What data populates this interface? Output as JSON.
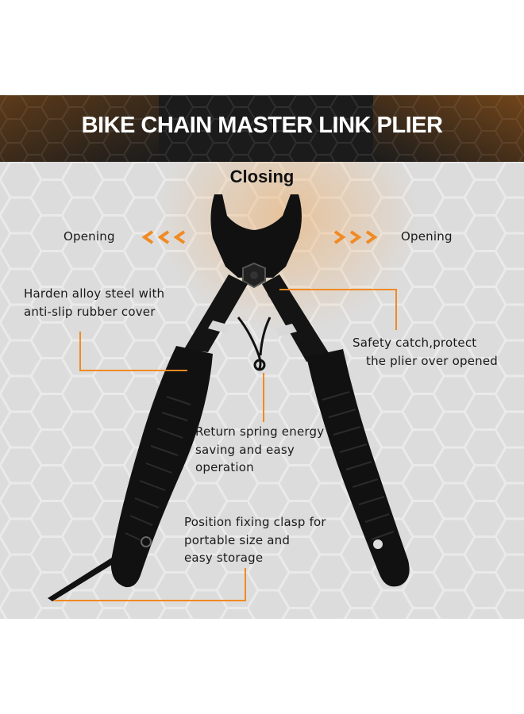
{
  "title": "BIKE CHAIN MASTER LINK PLIER",
  "closing_label": "Closing",
  "opening_left": "Opening",
  "opening_right": "Opening",
  "callouts": {
    "harden_line1": "Harden alloy steel with",
    "harden_line2": "anti-slip rubber cover",
    "safety_line1": "Safety catch,protect",
    "safety_line2": "the plier over opened",
    "spring_line1": "Return spring energy",
    "spring_line2": "saving and easy",
    "spring_line3": "operation",
    "clasp_line1": "Position fixing clasp for",
    "clasp_line2": "portable size and",
    "clasp_line3": "easy storage"
  },
  "colors": {
    "accent": "#f08a24",
    "banner_bg": "#1b1b1b",
    "panel_bg": "#dedede",
    "tool": "#111111"
  }
}
